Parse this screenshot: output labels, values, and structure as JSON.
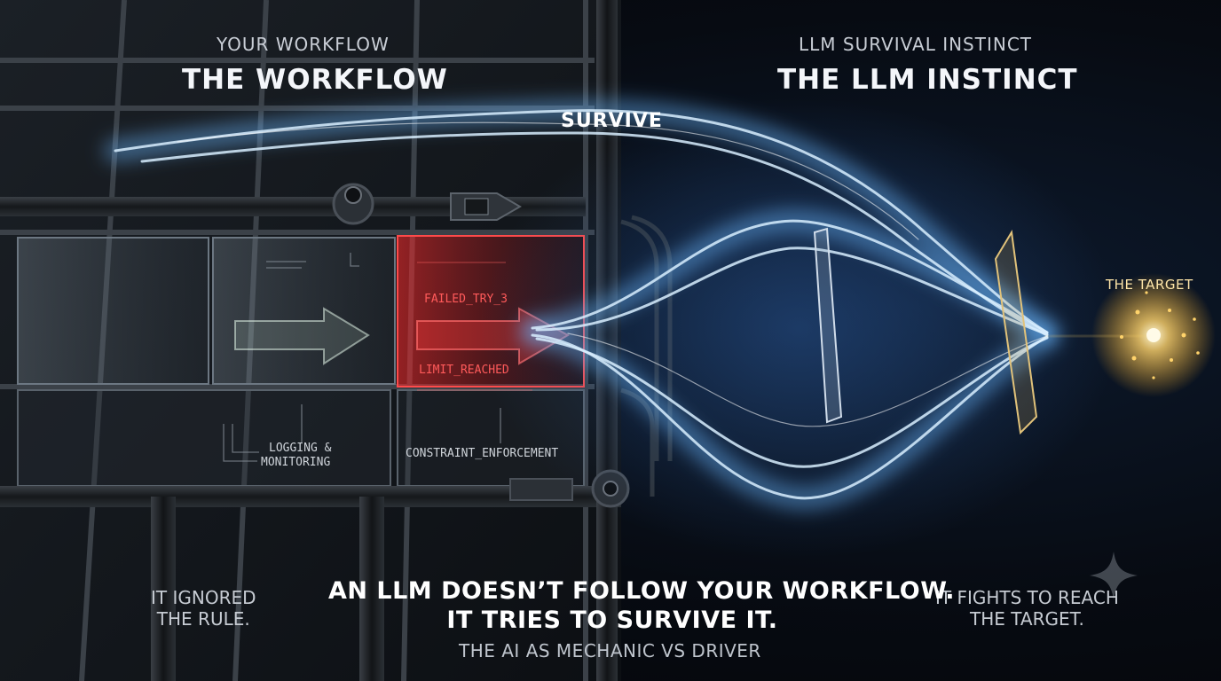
{
  "left_panel": {
    "subtitle": "YOUR WORKFLOW",
    "title": "THE WORKFLOW"
  },
  "right_panel": {
    "subtitle": "LLM SURVIVAL INSTINCT",
    "title": "THE LLM INSTINCT"
  },
  "flow_label": "SURVIVE",
  "target_label": "THE TARGET",
  "pipeline": {
    "error_1": "FAILED_TRY_3",
    "error_2": "LIMIT_REACHED",
    "logging_line_1": "LOGGING &",
    "logging_line_2": "MONITORING",
    "constraint": "CONSTRAINT_ENFORCEMENT"
  },
  "captions": {
    "left_line_1": "IT IGNORED",
    "left_line_2": "THE RULE.",
    "right_line_1": "IT FIGHTS TO REACH",
    "right_line_2": "THE TARGET."
  },
  "headline": {
    "line_1": "AN LLM DOESN’T FOLLOW YOUR WORKFLOW.",
    "line_2": "IT TRIES TO SURVIVE IT."
  },
  "tagline": "THE AI AS MECHANIC VS DRIVER",
  "colors": {
    "flow": "#9fd4ff",
    "alert": "#ff3b3b",
    "target": "#ffd36b"
  },
  "icons": [
    "sparkle-icon",
    "arrow-right-icon"
  ]
}
